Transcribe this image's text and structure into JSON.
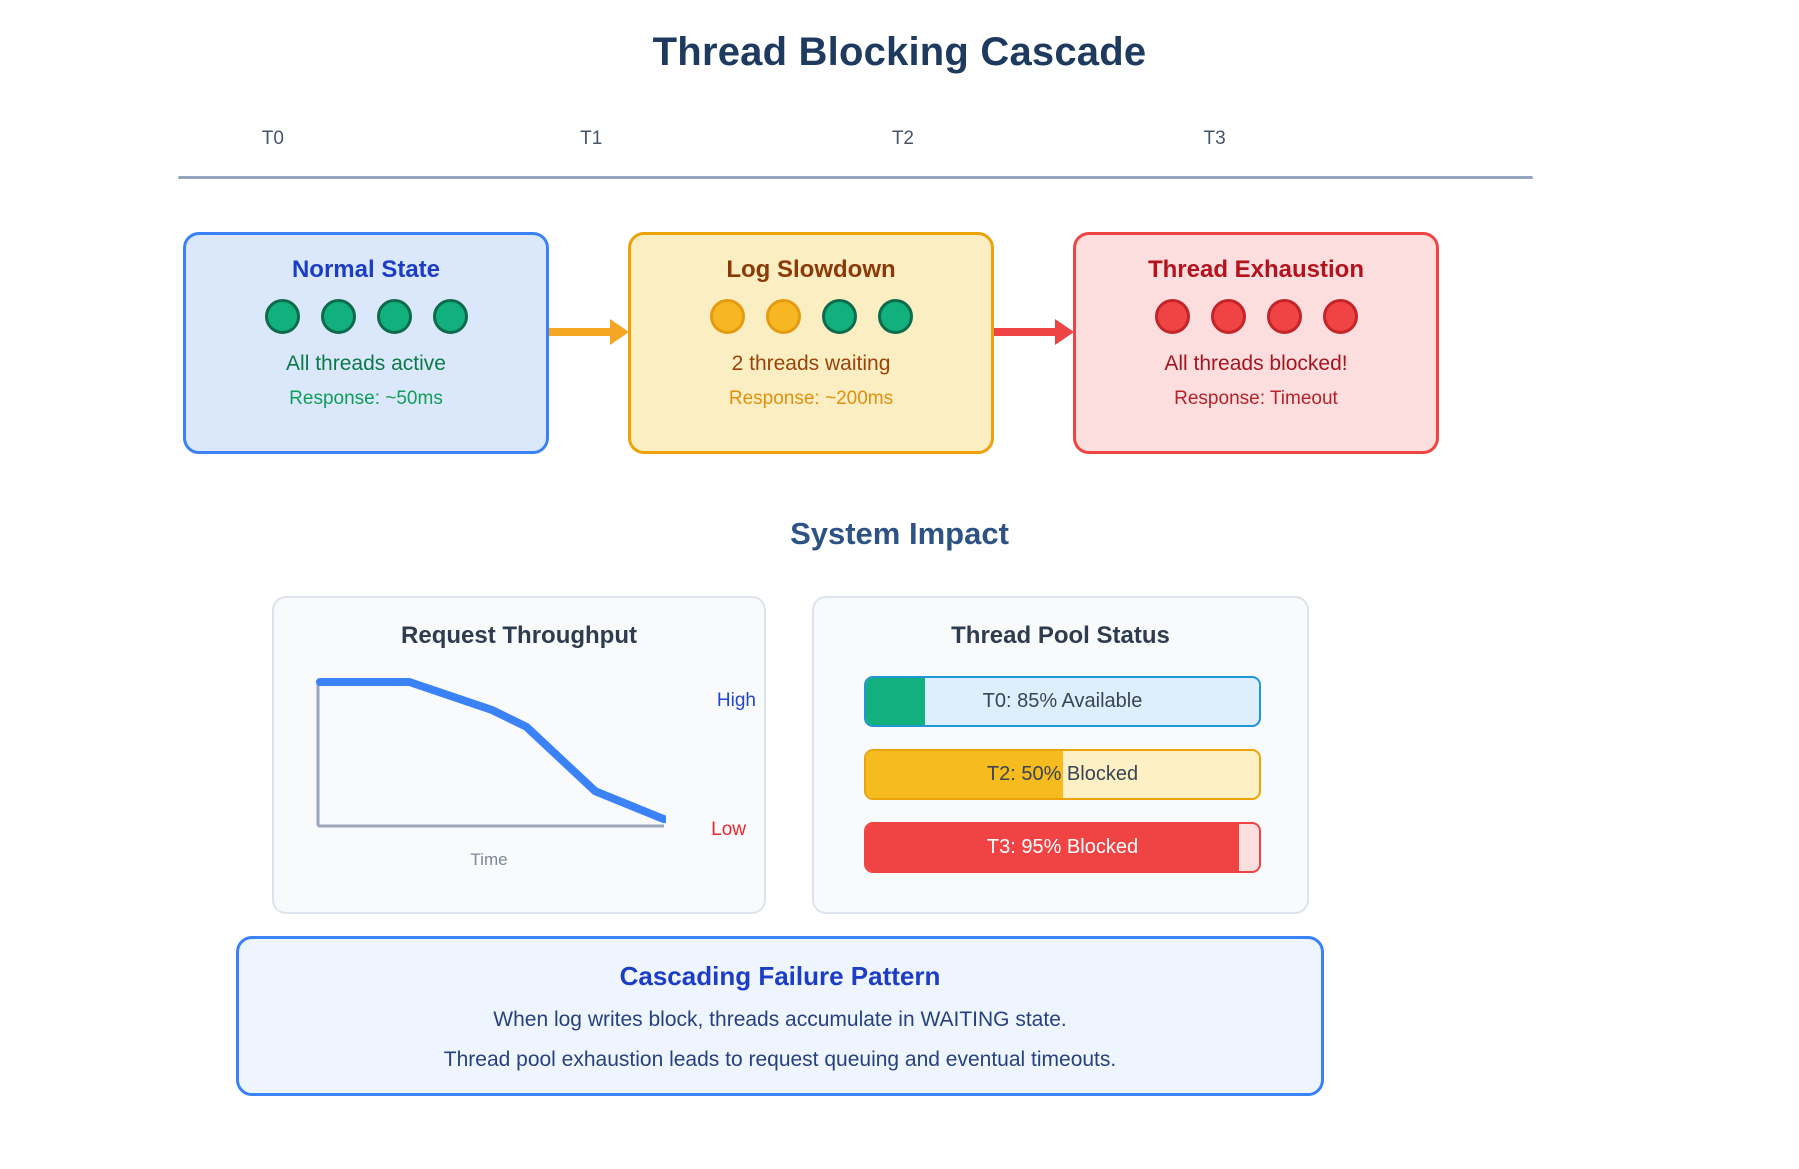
{
  "title": "Thread Blocking Cascade",
  "timeline": {
    "markers": [
      {
        "label": "T0",
        "x_pct": 7
      },
      {
        "label": "T1",
        "x_pct": 30.5
      },
      {
        "label": "T2",
        "x_pct": 53.5
      },
      {
        "label": "T3",
        "x_pct": 76.5
      }
    ]
  },
  "stages": [
    {
      "title": "Normal State",
      "status": "All threads active",
      "response": "Response: ~50ms",
      "dots": [
        "green",
        "green",
        "green",
        "green"
      ],
      "accent": "#3b82f6",
      "background": "#dbe8fb"
    },
    {
      "title": "Log Slowdown",
      "status": "2 threads waiting",
      "response": "Response: ~200ms",
      "dots": [
        "amber",
        "amber",
        "green",
        "green"
      ],
      "accent": "#eca30a",
      "background": "#fceec3"
    },
    {
      "title": "Thread Exhaustion",
      "status": "All threads blocked!",
      "response": "Response: Timeout",
      "dots": [
        "red",
        "red",
        "red",
        "red"
      ],
      "accent": "#ef4444",
      "background": "#fcdede"
    }
  ],
  "arrows": [
    {
      "name": "arrow-normal-to-slowdown",
      "color": "#f5a623"
    },
    {
      "name": "arrow-slowdown-to-exhaustion",
      "color": "#ef4444"
    }
  ],
  "impact_heading": "System Impact",
  "throughput_panel": {
    "title": "Request Throughput",
    "high_label": "High",
    "low_label": "Low",
    "time_label": "Time"
  },
  "pool_panel": {
    "title": "Thread Pool Status",
    "bars": [
      {
        "label": "T0: 85% Available",
        "fill_pct": 15,
        "state": "t0"
      },
      {
        "label": "T2: 50% Blocked",
        "fill_pct": 50,
        "state": "t2"
      },
      {
        "label": "T3: 95% Blocked",
        "fill_pct": 95,
        "state": "t3"
      }
    ]
  },
  "note": {
    "title": "Cascading Failure Pattern",
    "line1": "When log writes block, threads accumulate in WAITING state.",
    "line2": "Thread pool exhaustion leads to request queuing and eventual timeouts."
  },
  "chart_data": {
    "type": "line",
    "title": "Request Throughput",
    "xlabel": "Time",
    "ylabel": "",
    "ytick_labels": [
      "High",
      "Low"
    ],
    "ylim": [
      0,
      100
    ],
    "xlim": [
      0,
      100
    ],
    "grid": false,
    "legend": "none",
    "series": [
      {
        "name": "Throughput",
        "color": "#3b82f6",
        "x": [
          0,
          26,
          50,
          60,
          80,
          100
        ],
        "y": [
          100,
          100,
          80,
          68,
          22,
          2
        ]
      }
    ]
  }
}
